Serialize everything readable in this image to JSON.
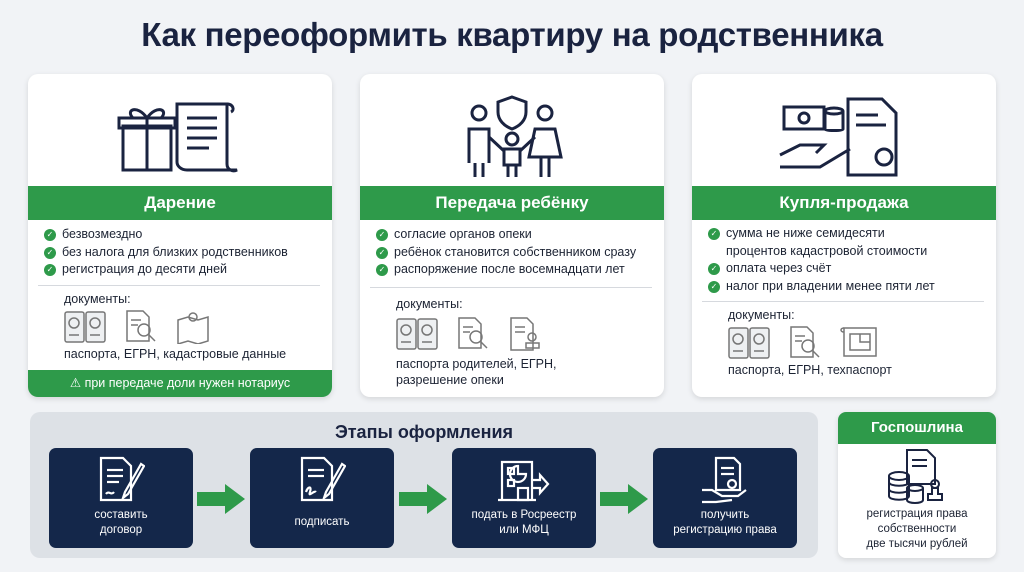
{
  "title": "Как переоформить квартиру на родственника",
  "colors": {
    "accent_green": "#2e9a4a",
    "navy": "#14274a",
    "title": "#1a2340"
  },
  "cards": [
    {
      "icon": "gift-scroll-icon",
      "title": "Дарение",
      "items": [
        "безвозмездно",
        "без налога для близких родственников",
        "регистрация до десяти дней"
      ],
      "docs_label": "документы:",
      "doc_icons": [
        "passport-icon",
        "egrn-search-icon",
        "cadastral-map-icon"
      ],
      "docs_caption": [
        "паспорта, ЕГРН, кадастровые данные"
      ],
      "footer": "при передаче доли нужен нотариус",
      "footer_icon": "warning-icon"
    },
    {
      "icon": "family-shield-icon",
      "title": "Передача ребёнку",
      "items": [
        "согласие органов опеки",
        "ребёнок становится собственником сразу",
        "распоряжение после восемнадцати лет"
      ],
      "docs_label": "документы:",
      "doc_icons": [
        "passport-icon",
        "egrn-search-icon",
        "permit-stamp-icon"
      ],
      "docs_caption": [
        "паспорта родителей, ЕГРН,",
        "разрешение опеки"
      ]
    },
    {
      "icon": "money-contract-icon",
      "title": "Купля-продажа",
      "items": [
        "сумма не ниже семидесяти процентов кадастровой стоимости",
        "оплата через счёт",
        "налог при владении менее пяти лет"
      ],
      "docs_label": "документы:",
      "doc_icons": [
        "passport-icon",
        "egrn-search-icon",
        "floor-plan-icon"
      ],
      "docs_caption": [
        "паспорта, ЕГРН, техпаспорт"
      ]
    }
  ],
  "stages": {
    "title": "Этапы оформления",
    "steps": [
      {
        "icon": "contract-pen-icon",
        "label": [
          "составить",
          "договор"
        ]
      },
      {
        "icon": "sign-document-icon",
        "label": [
          "подписать"
        ]
      },
      {
        "icon": "office-building-icon",
        "label": [
          "подать в Росреестр",
          "или МФЦ"
        ]
      },
      {
        "icon": "receive-document-icon",
        "label": [
          "получить",
          "регистрацию права"
        ]
      }
    ]
  },
  "fee": {
    "title": "Госпошлина",
    "icon": "coins-stamp-icon",
    "text": [
      "регистрация права",
      "собственности",
      "две тысячи рублей"
    ]
  }
}
